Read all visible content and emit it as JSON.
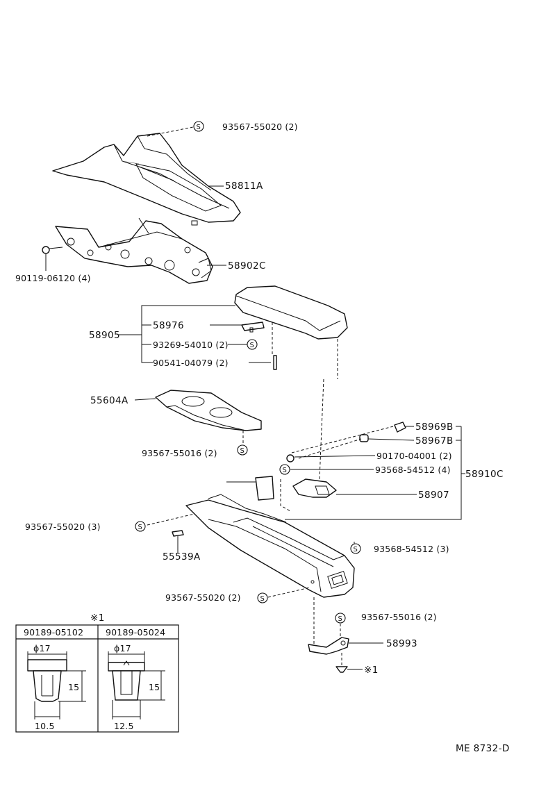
{
  "callouts": {
    "p_93567_55020_top": "93567-55020 (2)",
    "p_58811A": "58811A",
    "p_90119_06120": "90119-06120 (4)",
    "p_58902C": "58902C",
    "p_58905": "58905",
    "p_58976": "58976",
    "p_93269_54010": "93269-54010 (2)",
    "p_90541_04079": "90541-04079 (2)",
    "p_55604A": "55604A",
    "p_93567_55016_mid": "93567-55016 (2)",
    "p_58969B": "58969B",
    "p_58967B": "58967B",
    "p_90170_04001": "90170-04001 (2)",
    "p_93568_54512_a": "93568-54512 (4)",
    "p_58910C": "58910C",
    "p_58907": "58907",
    "p_93567_55020_left": "93567-55020 (3)",
    "p_55539A": "55539A",
    "p_93568_54512_b": "93568-54512 (3)",
    "p_93567_55020_bottom": "93567-55020 (2)",
    "p_93567_55016_bottom": "93567-55016 (2)",
    "p_58993": "58993",
    "p_note_mark": "※1"
  },
  "s_mark": "S",
  "clip_table": {
    "note": "※1",
    "columns": [
      {
        "part": "90189-05102",
        "diameter": "ϕ17",
        "height": "15",
        "width": "10.5"
      },
      {
        "part": "90189-05024",
        "diameter": "ϕ17",
        "height": "15",
        "width": "12.5"
      }
    ]
  },
  "drawing_code": "ME 8732-D"
}
